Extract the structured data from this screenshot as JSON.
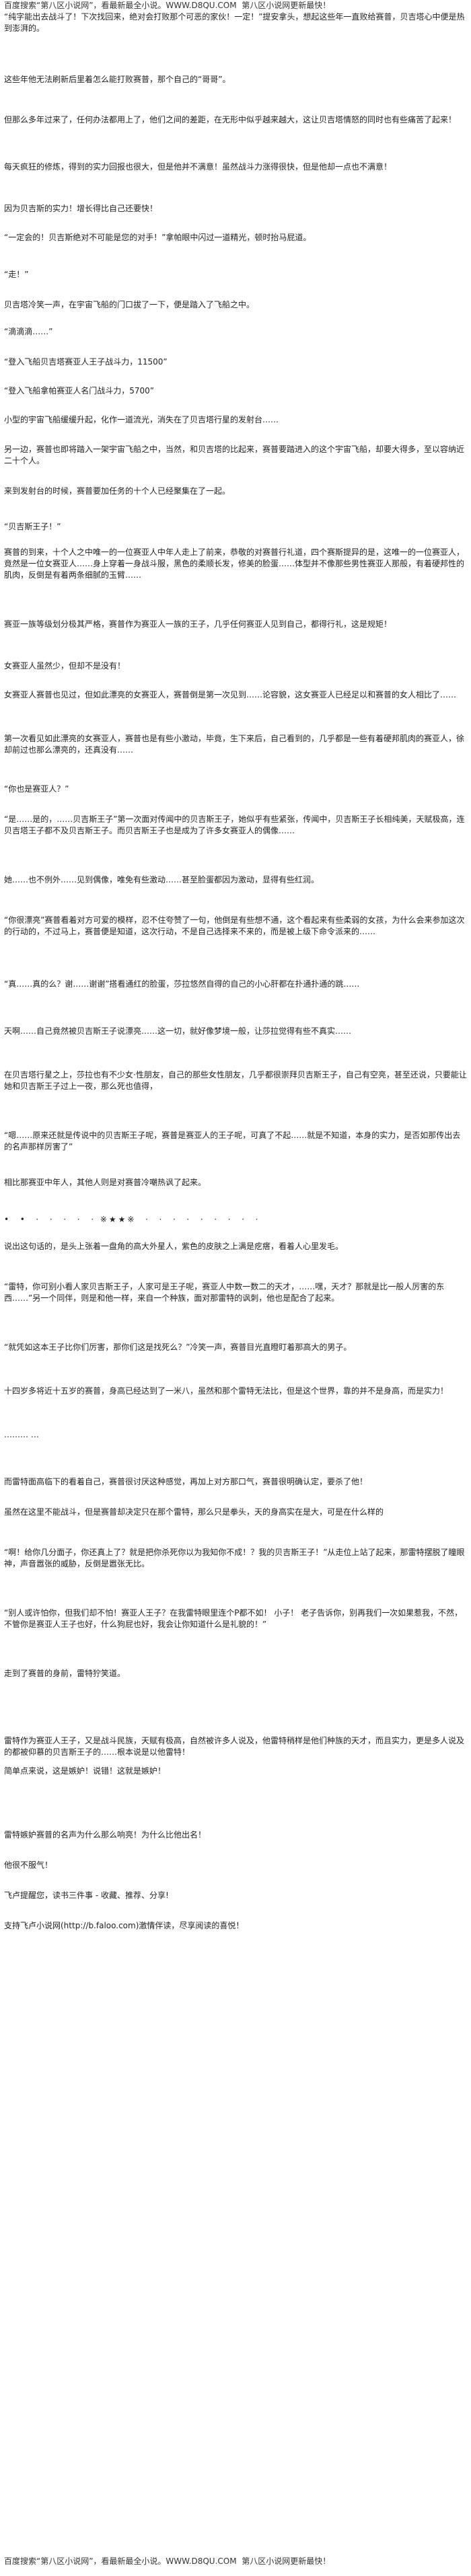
{
  "header_ad": "百度搜索“第八区小说网”，看最新最全小说。WWW.D8QU.COM  第八区小说网更新最快！",
  "paragraphs": [
    "“纯字能出去战斗了！下次找回来，绝对会打败那个可恶的家伙！一定！”提安拿头，想起这些年一直败给赛普，贝吉塔心中便是热到澎湃的。",
    "这些年他无法刷新后里着怎么能打败赛普，那个自己的“哥哥”。",
    "但那么多年过来了，任何办法都用上了，他们之间的差距，在无形中似乎越来越大，这让贝吉塔情怒的同时也有些痛苦了起来！",
    "每天疯狂的修炼，得到的实力回报也很大，但是他并不满意！虽然战斗力涨得很快，但是他却一点也不满意！",
    "因为贝吉斯的实力！增长得比自己还要快！",
    "“一定会的！贝吉斯绝对不可能是您的对手！”拿帕眼中闪过一道精光，顿时抬马屁道。",
    "“走！”",
    "贝吉塔冷笑一声，在宇宙飞船的门口拔了一下，便是踏入了飞船之中。",
    "“滴滴滴……”",
    "“登入飞船贝吉塔赛亚人王子战斗力，11500”",
    "“登入飞船拿帕赛亚人名门战斗力，5700”",
    "小型的宇宙飞船缓缓升起，化作一道流光，消失在了贝吉塔行星的发射台……",
    "另一边，赛普也即将踏入一架宇宙飞船之中，当然，和贝吉塔的比起来，赛普要踏进入的这个宇宙飞船，却要大得多，至以容纳近二十个人。",
    "来到发射台的时候，赛普要加任务的十个人已经聚集在了一起。",
    "“贝吉斯王子！”",
    "赛普的到来，十个人之中唯一的一位赛亚人中年人走上了前来，恭敬的对赛普行礼道，四个赛斯提异的是，这唯一的一位赛亚人，竟然是一位女赛亚人……身上穿着一身战斗服，黑色的柔顺长发，修美的脸蛋……体型并不像那些男性赛亚人那般，有着硬邦性的肌肉，反倒是有着两条细腻的玉臂……",
    "赛亚一族等级划分极其严格，赛普作为赛亚人一族的王子，几乎任何赛亚人见到自己，都得行礼，这是规矩！",
    "女赛亚人虽然少，但却不是没有！",
    "女赛亚人赛普也见过，但如此漂亮的女赛亚人，赛普倒是第一次见到……论容貌，这女赛亚人已经足以和赛普的女人相比了……",
    "第一次看见如此漂亮的女赛亚人，赛普也是有些小激动，毕竟，生下来后，自己看到的，几乎都是一些有着硬邦肌肉的赛亚人，徐却前过也那么漂亮的，还真没有……",
    "“你也是赛亚人？”",
    "“是……是的，……贝吉斯王子”第一次面对传闻中的贝吉斯王子，她似乎有些紧张，传闻中，贝吉斯王子长相纯美，天赋极高，连贝吉塔王子都不及贝吉斯王子。而贝吉斯王子也是成为了许多女赛亚人的偶像……",
    "她……也不例外……见到偶像，唯免有些激动……甚至脸蛋都因为激动，显得有些红润。",
    "“你很漂亮”赛普看着对方可爱的模样，忍不住夸赞了一句，他倒是有些想不通，这个看起来有些柔弱的女孩，为什么会来参加这次的行动的，不过马上，赛普便是知道，这次行动，不是自己选择来不来的，而是被上级下命令派来的……",
    "“真……真的么？谢……谢谢”搭看通红的脸蛋，莎拉悠然自得的自己的小心肝都在扑通扑通的跳……",
    "天啊……自己竟然被贝吉斯王子说漂亮……这一切，就好像梦境一般，让莎拉觉得有些不真实……",
    "在贝吉塔行星之上，莎拉也有不少女·性朋友，自己的那些女性朋友，几乎都很崇拜贝吉斯王子，自己有空亮，甚至还说，只要能让她和贝吉斯王子过上一夜，那么死也值得，",
    "“嗯……原来还就是传说中的贝吉斯王子呢，赛普是赛亚人的王子呢，可真了不起……就是不知道，本身的实力，是否如那传出去的名声那样厉害了”",
    "相比那赛亚中年人，其他人则是对赛普冷嘲热讽了起来。",
    "说出这句话的，是头上张着一盘角的高大外星人，紫色的皮肤之上满是疙瘩，看着人心里发毛。",
    "“雷特，你可别小看人家贝吉斯王子，人家可是王子呢，赛亚人中数一数二的天才，……嘿，天才？那就是比一般人厉害的东西……”另一个同伴，则是和他一样，来自一个种族，面对那雷特的讽刺，他也是配合了起来。",
    "“就凭如这本王子比你们厉害，那你们这是找死么？”冷笑一声，赛普目光直瞪盯着那高大的男子。",
    "十四岁多将近十五岁的赛普，身高已经达到了一米八，虽然和那个雷特无法比，但是这个世界，靠的并不是身高，而是实力！",
    "……… …",
    "而雷特面高临下的看着自己，赛普很讨厌这种感觉，再加上对方那口气，赛普很明确认定，要杀了他！",
    "虽然在这里不能战斗，但是赛普却决定只在那个雷特，那么只是拳头，天的身高实在是大，可是在什么样的",
    "“啊！给你几分面子，你还真上了？就是把你杀死你以为我知你不成！？我的贝吉斯王子！”从走位上站了起来，那雷特摆脱了瞳眼神，声音嚣张的威胁，反倒是嚣张无比。",
    "“别人或许怕你，但我们却不怕！赛亚人王子？在我雷特眼里连个P都不如！ 小子！ 老子告诉你，别再我们一次如果惹我，不然，不管你是赛亚人王子也好，什么狗屁也好，我会让你知道什么是礼貌的！”",
    "走到了赛普的身前，雷特狞笑道。",
    "雷特作为赛亚人王子，又是战斗民族，天赋有极高，自然被许多人说及，他雷特稍样是他们种族的天才，而且实力，更是多人说及的都被仰慕的贝吉斯王子的……根本说是以他雷特！",
    "简单点来说，这是嫉妒！说错！这就是嫉妒！",
    "雷特嫉妒赛普的名声为什么那么响亮！为什么比他出名！",
    "他很不服气！",
    "飞卢提醒您，读书三件事 - 收藏、推荐、分享!",
    "支持飞卢小说网(http://b.faloo.com)激情伴读，尽享阅读的喜悦！"
  ],
  "separator_line": "•  •  ·  ·  ·  ·  · ※★★※  ·  ·  ·  ·  ·  ·  ·  ·  ·",
  "footer_ad": "百度搜索“第八区小说网”，看最新最全小说。WWW.D8QU.COM  第八区小说网更新最快！"
}
